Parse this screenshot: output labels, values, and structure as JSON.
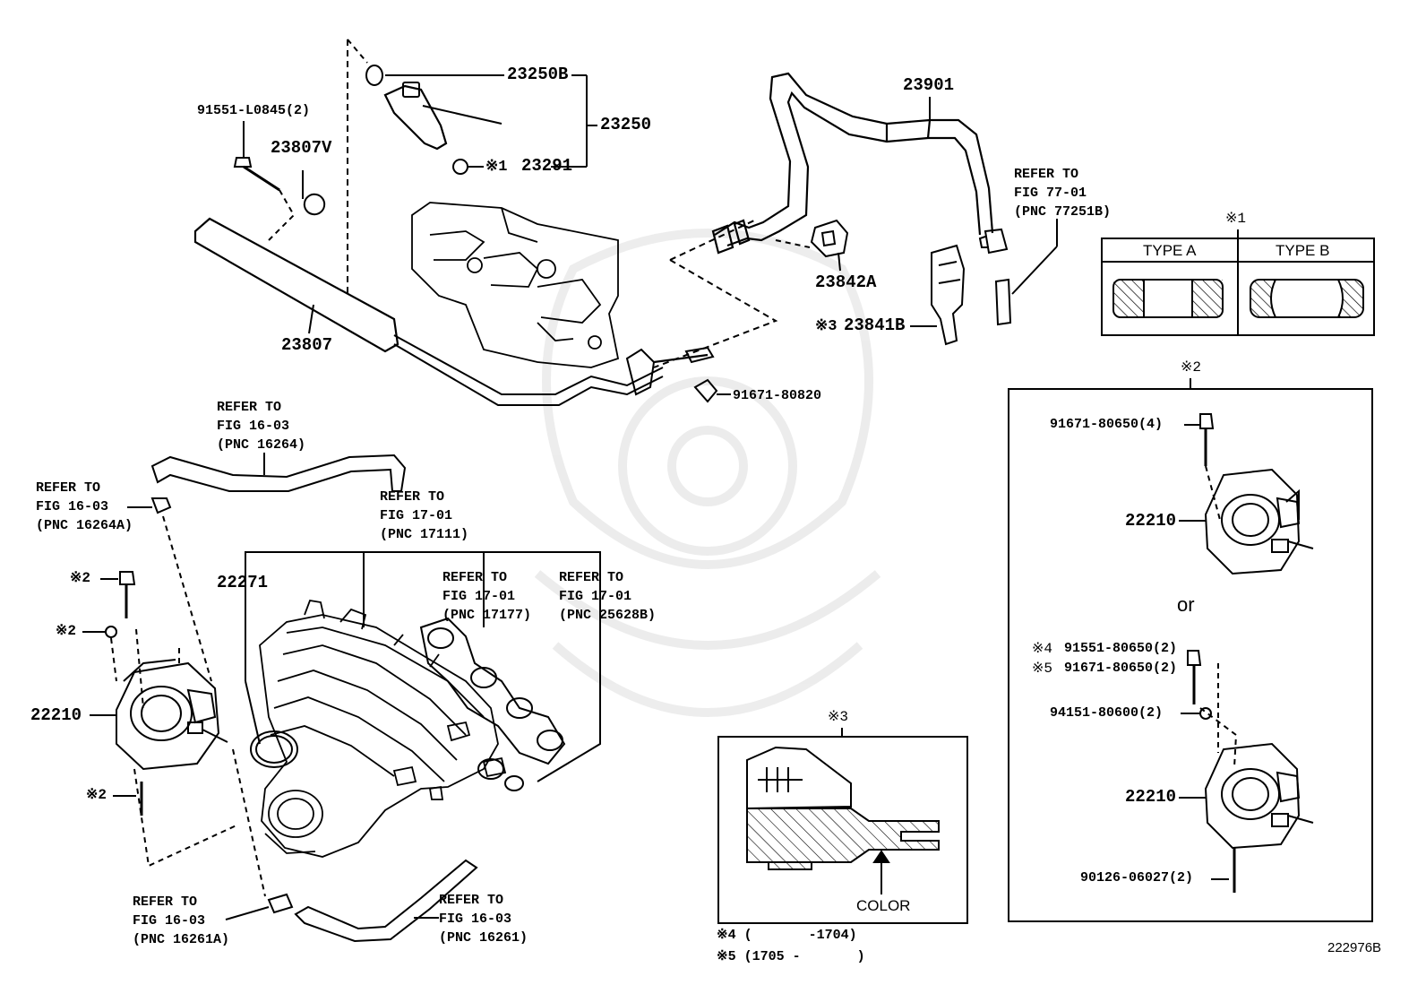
{
  "labels": {
    "p23250B": "23250B",
    "p23250": "23250",
    "p23291": "23291",
    "p23291_mark": "※1",
    "p91551_l0845": "91551-L0845(2)",
    "p23807V": "23807V",
    "p23807": "23807",
    "p23901": "23901",
    "p23842A": "23842A",
    "p23841B": "23841B",
    "p23841B_mark": "※3",
    "p91671_80820": "91671-80820",
    "p22271": "22271",
    "p22210_left": "22210",
    "mark2_a": "※2",
    "mark2_b": "※2",
    "mark2_c": "※2",
    "drawing_id": "222976B"
  },
  "refers": {
    "fig77": [
      "REFER TO",
      "FIG 77-01",
      "(PNC 77251B)"
    ],
    "fig16_16264": [
      "REFER TO",
      "FIG 16-03",
      "(PNC 16264)"
    ],
    "fig16_16264A": [
      "REFER TO",
      "FIG 16-03",
      "(PNC 16264A)"
    ],
    "fig17_17111": [
      "REFER TO",
      "FIG 17-01",
      "(PNC 17111)"
    ],
    "fig17_17177": [
      "REFER TO",
      "FIG 17-01",
      "(PNC 17177)"
    ],
    "fig17_25628B": [
      "REFER TO",
      "FIG 17-01",
      "(PNC 25628B)"
    ],
    "fig16_16261A": [
      "REFER TO",
      "FIG 16-03",
      "(PNC 16261A)"
    ],
    "fig16_16261": [
      "REFER TO",
      "FIG 16-03",
      "(PNC 16261)"
    ]
  },
  "type_table": {
    "marker": "※1",
    "col_a": "TYPE A",
    "col_b": "TYPE B"
  },
  "box2": {
    "marker": "※2",
    "p91671_80650_4": "91671-80650(4)",
    "p22210_top": "22210",
    "or_text": "or",
    "mark4": "※4",
    "p91551_80650_2": "91551-80650(2)",
    "mark5": "※5",
    "p91671_80650_2": "91671-80650(2)",
    "p94151_80600_2": "94151-80600(2)",
    "p22210_bottom": "22210",
    "p90126_06027_2": "90126-06027(2)"
  },
  "box3": {
    "marker": "※3",
    "color_label": "COLOR"
  },
  "footnotes": [
    "※4 (       -1704)",
    "※5 (1705 -       )"
  ]
}
